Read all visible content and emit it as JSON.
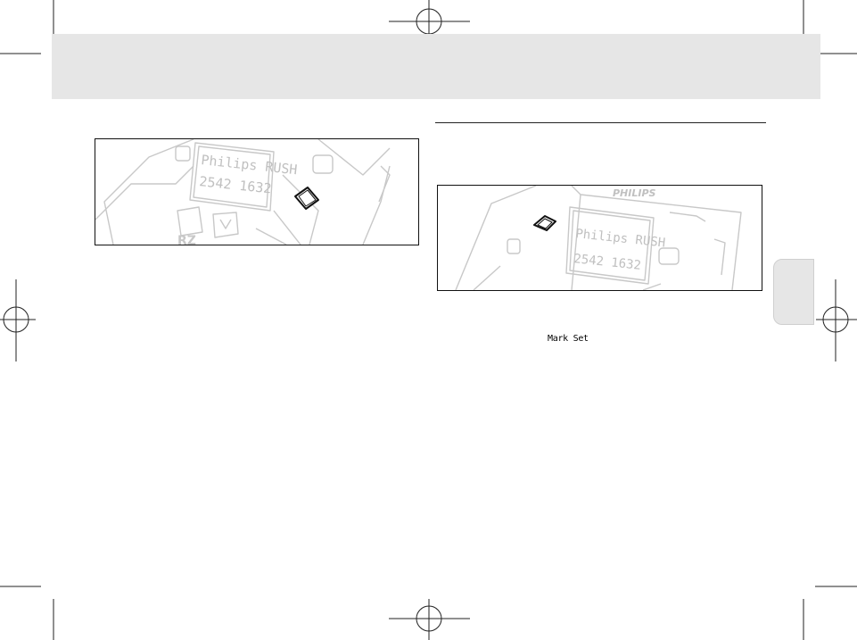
{
  "header": {
    "band_color": "#e6e6e6"
  },
  "figure_left": {
    "lcd_title": "Philips RUSH",
    "lcd_digits": "2542 1632",
    "brand_partial": "RZ"
  },
  "figure_right": {
    "brand": "PHILIPS",
    "lcd_title": "Philips RUSH",
    "lcd_digits": "2542 1632"
  },
  "body": {
    "mark_set_label": "Mark Set"
  },
  "side_tab": {
    "color": "#e6e6e6"
  },
  "colors": {
    "line_art": "#c8c8c8",
    "highlight": "#111111"
  }
}
